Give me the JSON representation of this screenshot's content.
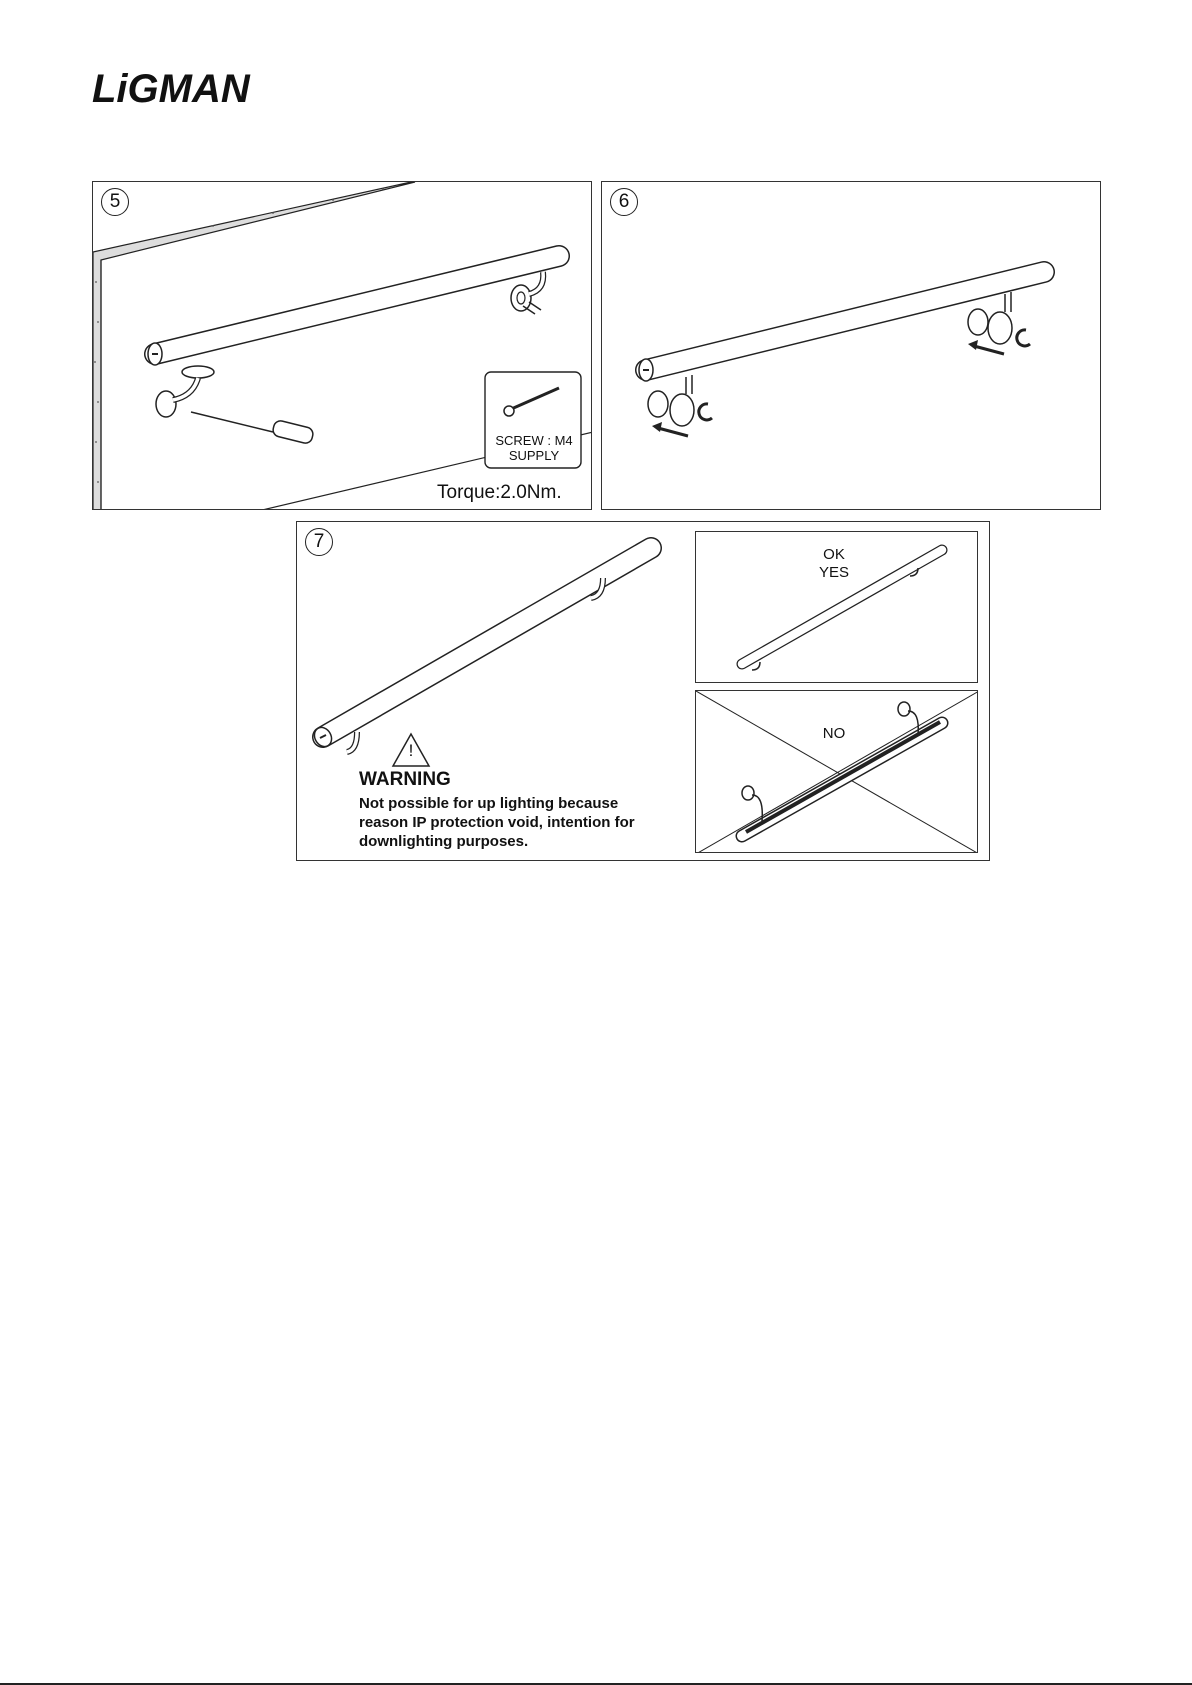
{
  "brand": {
    "logo_text": "LiGMAN"
  },
  "step5": {
    "number": "5",
    "screw_label_line1": "SCREW : M4",
    "screw_label_line2": "SUPPLY",
    "torque": "Torque:2.0Nm."
  },
  "step6": {
    "number": "6"
  },
  "step7": {
    "number": "7",
    "warning_symbol": "!",
    "warning_title": "WARNING",
    "warning_line1": "Not possible for up lighting because",
    "warning_line2": "reason IP protection void, intention for",
    "warning_line3": "downlighting purposes.",
    "ok_line1": "OK",
    "ok_line2": "YES",
    "no_label": "NO"
  }
}
